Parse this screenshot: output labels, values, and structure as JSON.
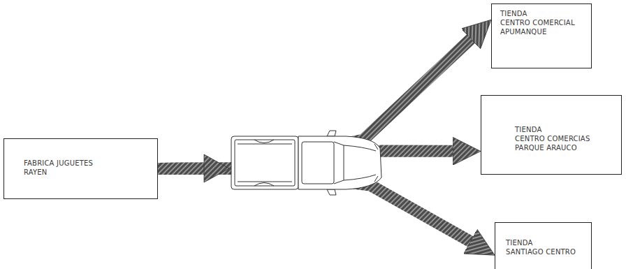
{
  "diagram": {
    "nodes": [
      {
        "text": [
          "FABRICA JUGUETES RAYEN"
        ]
      },
      {
        "text": [
          "TIENDA",
          "CENTRO COMERCIAL APUMANQUE"
        ]
      },
      {
        "text": [
          "TIENDA",
          "CENTRO COMERCIAS PARQUE ARAUCO"
        ]
      },
      {
        "text": [
          "TIENDA",
          "SANTIAGO CENTRO"
        ]
      }
    ],
    "edges": [
      {
        "from": 0,
        "to": 1,
        "arrow": "to"
      },
      {
        "from": 0,
        "to": 2,
        "arrow": "to"
      },
      {
        "from": 0,
        "to": 3,
        "arrow": "to"
      }
    ]
  }
}
